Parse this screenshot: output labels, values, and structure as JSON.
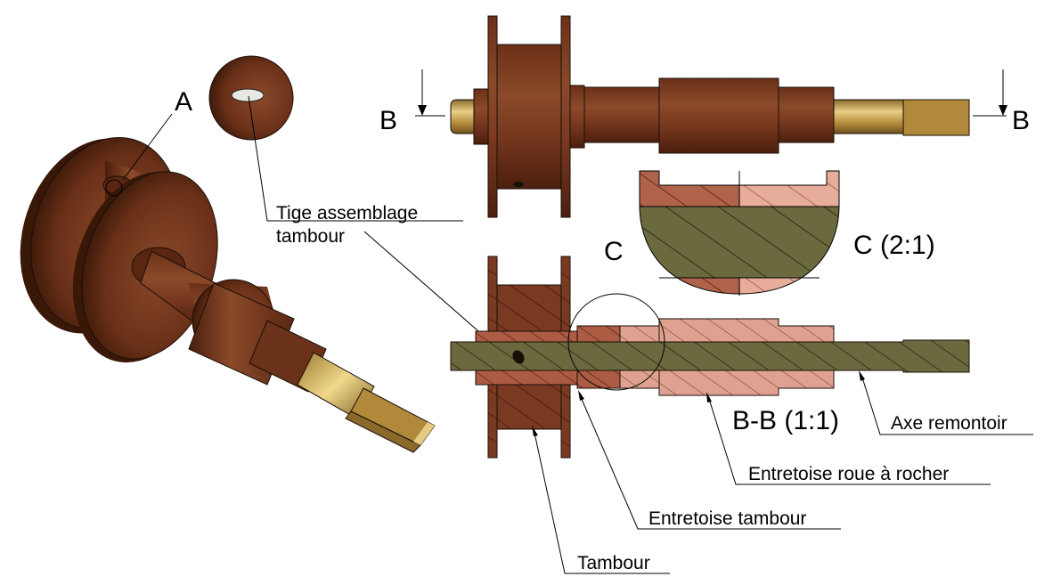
{
  "views": {
    "detail_a_label": "A",
    "section_mark_left": "B",
    "section_mark_right": "B",
    "detail_c_label": "C",
    "detail_c_title": "C (2:1)",
    "section_title": "B-B (1:1)"
  },
  "callouts": {
    "tige": [
      "Tige assemblage",
      "tambour"
    ],
    "axe": "Axe remontoir",
    "entretoise_roue": "Entretoise roue à rocher",
    "entretoise_tambour": "Entretoise tambour",
    "tambour": "Tambour"
  },
  "colors": {
    "wood": "#7a3a20",
    "wood_dark": "#4a2010",
    "spacer": "#b56e57",
    "spacer_light": "#e2a592",
    "brass": "#c8a04a",
    "axle_hatch": "#5a5a3a"
  }
}
